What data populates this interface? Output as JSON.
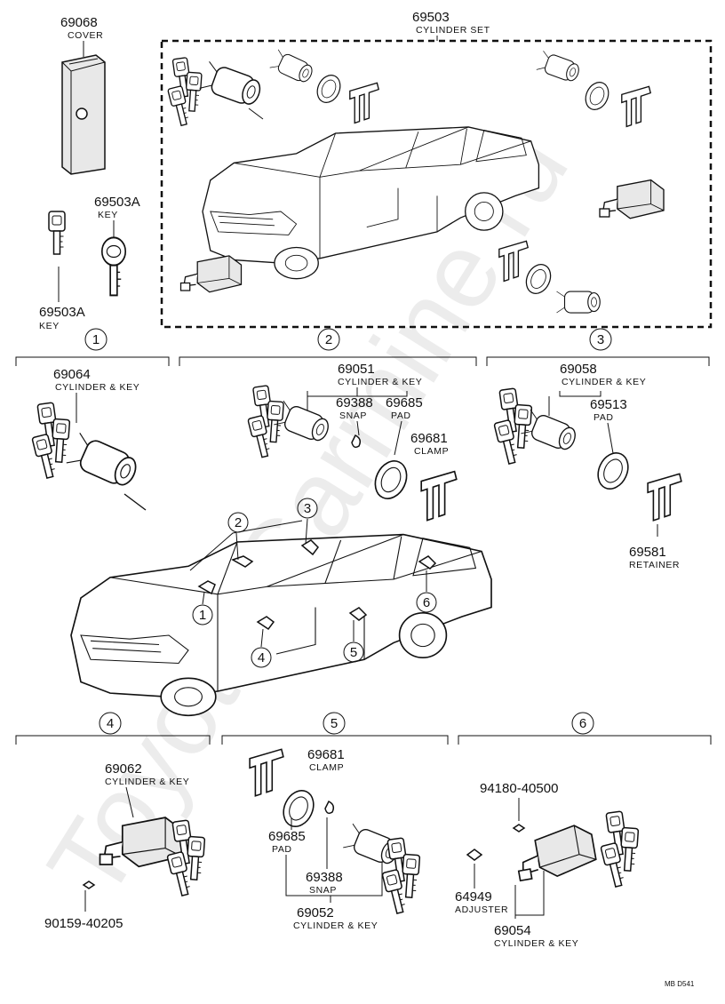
{
  "watermark": "Toyota-Carmine.ru",
  "drawing_code": "MB D541",
  "set": {
    "part": "69503",
    "name": "CYLINDER SET"
  },
  "top_parts": {
    "cover": {
      "part": "69068",
      "name": "COVER"
    },
    "key_a": {
      "part": "69503A",
      "name": "KEY"
    },
    "key_b": {
      "part": "69503A",
      "name": "KEY"
    }
  },
  "sections": [
    {
      "num": "1",
      "parts": [
        {
          "part": "69064",
          "name": "CYLINDER & KEY"
        }
      ]
    },
    {
      "num": "2",
      "parts": [
        {
          "part": "69051",
          "name": "CYLINDER & KEY"
        },
        {
          "part": "69388",
          "name": "SNAP"
        },
        {
          "part": "69685",
          "name": "PAD"
        },
        {
          "part": "69681",
          "name": "CLAMP"
        }
      ]
    },
    {
      "num": "3",
      "parts": [
        {
          "part": "69058",
          "name": "CYLINDER & KEY"
        },
        {
          "part": "69513",
          "name": "PAD"
        },
        {
          "part": "69581",
          "name": "RETAINER"
        }
      ]
    },
    {
      "num": "4",
      "parts": [
        {
          "part": "69062",
          "name": "CYLINDER & KEY"
        },
        {
          "part": "90159-40205",
          "name": ""
        }
      ]
    },
    {
      "num": "5",
      "parts": [
        {
          "part": "69681",
          "name": "CLAMP"
        },
        {
          "part": "69685",
          "name": "PAD"
        },
        {
          "part": "69388",
          "name": "SNAP"
        },
        {
          "part": "69052",
          "name": "CYLINDER & KEY"
        }
      ]
    },
    {
      "num": "6",
      "parts": [
        {
          "part": "94180-40500",
          "name": ""
        },
        {
          "part": "64949",
          "name": "ADJUSTER"
        },
        {
          "part": "69054",
          "name": "CYLINDER & KEY"
        }
      ]
    }
  ]
}
